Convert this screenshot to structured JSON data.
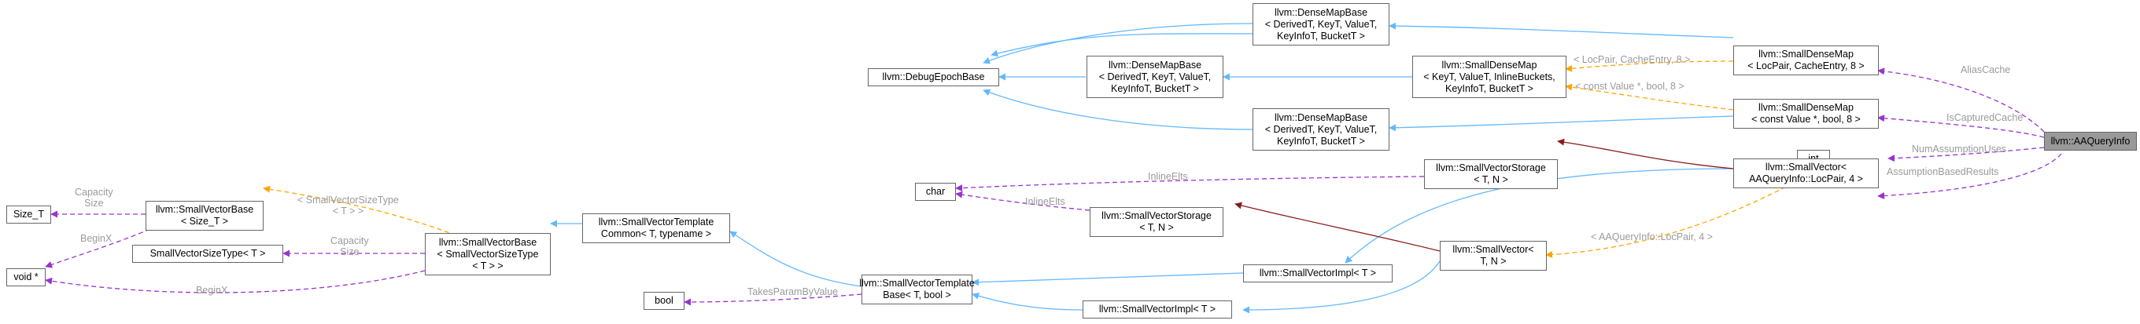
{
  "diagram": {
    "nodes": {
      "aaquery": "llvm::AAQueryInfo",
      "int_t": "int",
      "sdm_alias": [
        "llvm::SmallDenseMap",
        "< LocPair, CacheEntry, 8 >"
      ],
      "sdm_iscap": [
        "llvm::SmallDenseMap",
        "< const Value *, bool, 8 >"
      ],
      "sdm_generic": [
        "llvm::SmallDenseMap",
        "< KeyT, ValueT, InlineBuckets,",
        "KeyInfoT, BucketT >"
      ],
      "dmb_top": [
        "llvm::DenseMapBase",
        "< DerivedT, KeyT, ValueT,",
        "KeyInfoT, BucketT >"
      ],
      "dmb_mid": [
        "llvm::DenseMapBase",
        "< DerivedT, KeyT, ValueT,",
        "KeyInfoT, BucketT >"
      ],
      "dmb_bot": [
        "llvm::DenseMapBase",
        "< DerivedT, KeyT, ValueT,",
        "KeyInfoT, BucketT >"
      ],
      "debug_epoch": "llvm::DebugEpochBase",
      "svs_top": [
        "llvm::SmallVectorStorage",
        "< T, N >"
      ],
      "svs_mid": [
        "llvm::SmallVectorStorage",
        "< T, N >"
      ],
      "char_t": "char",
      "sv_locpair": [
        "llvm::SmallVector<",
        "AAQueryInfo::LocPair, 4 >"
      ],
      "sv_tn": [
        "llvm::SmallVector<",
        "T, N >"
      ],
      "svimpl_top": "llvm::SmallVectorImpl< T >",
      "svimpl_bot": "llvm::SmallVectorImpl< T >",
      "svtb": [
        "llvm::SmallVectorTemplate",
        "Base< T, bool >"
      ],
      "svtc": [
        "llvm::SmallVectorTemplate",
        "Common< T, typename >"
      ],
      "bool_t": "bool",
      "svb_type": [
        "llvm::SmallVectorBase",
        "< SmallVectorSizeType",
        "< T > >"
      ],
      "svst": "SmallVectorSizeType< T >",
      "svb_size": [
        "llvm::SmallVectorBase",
        "< Size_T >"
      ],
      "size_t": "Size_T",
      "void_ptr": "void *"
    },
    "edge_labels": {
      "alias_cache": "AliasCache",
      "is_captured_cache": "IsCapturedCache",
      "num_assumption_uses": "NumAssumptionUses",
      "assumption_based_results": "AssumptionBasedResults",
      "locpair_cache_entry": "< LocPair, CacheEntry, 8 >",
      "const_value_bool": "< const Value *, bool, 8 >",
      "aaqueryinfo_locpair": "< AAQueryInfo::LocPair, 4 >",
      "inline_elts_1": "InlineElts",
      "inline_elts_2": "InlineElts",
      "takes_param_by_value": "TakesParamByValue",
      "svsizetype": [
        "< SmallVectorSizeType",
        "< T > >"
      ],
      "capacity_1": [
        "Capacity",
        "Size"
      ],
      "capacity_2": [
        "Capacity",
        "Size"
      ],
      "begin_x_1": "BeginX",
      "begin_x_2": "BeginX"
    },
    "colors": {
      "inheritance": "#63b8ff",
      "usage": "#9a32cd",
      "template_instance": "#ffa500",
      "storage": "#8b1a1a",
      "highlight_node": "#999999",
      "edge_label": "#9a9a9a"
    }
  }
}
